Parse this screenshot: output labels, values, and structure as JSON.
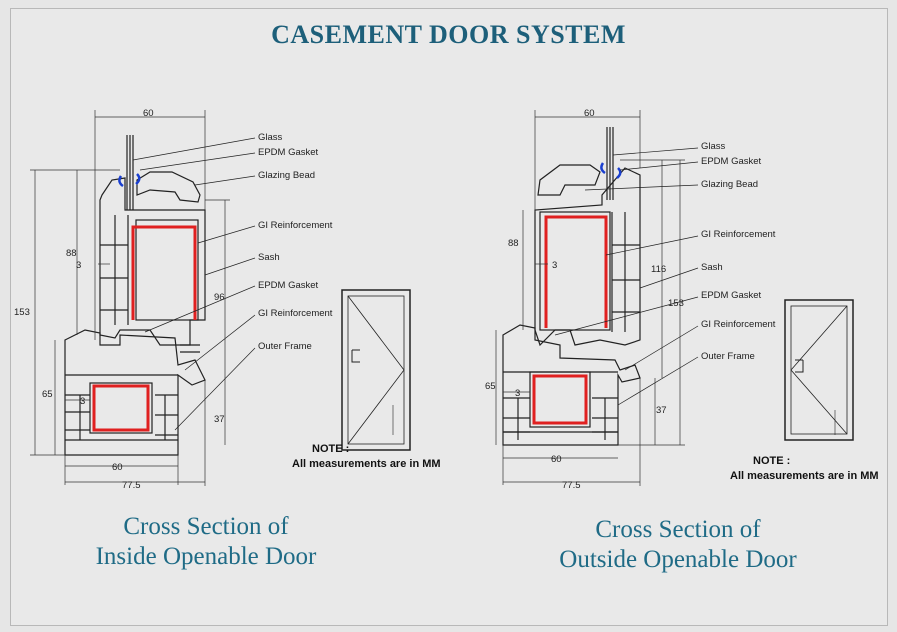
{
  "title": "CASEMENT DOOR SYSTEM",
  "labels": {
    "glass": "Glass",
    "epdm_gasket": "EPDM Gasket",
    "glazing_bead": "Glazing Bead",
    "gi_reinforcement": "GI Reinforcement",
    "sash": "Sash",
    "outer_frame": "Outer Frame"
  },
  "left_dims": {
    "top_width": "60",
    "overall_height": "153",
    "sash_height": "88",
    "sash_offset": "3",
    "sash_depth": "96",
    "frame_height": "65",
    "frame_offset": "3",
    "frame_depth": "37",
    "frame_width": "60",
    "overall_width": "77.5"
  },
  "right_dims": {
    "top_width": "60",
    "sash_depth": "116",
    "sash_height": "88",
    "sash_offset": "3",
    "overall_height": "153",
    "frame_height": "65",
    "frame_offset": "3",
    "frame_depth": "37",
    "frame_width": "60",
    "overall_width": "77.5"
  },
  "note": {
    "heading": "NOTE :",
    "text": "All measurements are in MM"
  },
  "captions": {
    "left_line1": "Cross Section of",
    "left_line2": "Inside Openable Door",
    "right_line1": "Cross Section of",
    "right_line2": "Outside Openable Door"
  },
  "colors": {
    "title": "#1d5f7a",
    "reinforcement": "#e02020",
    "gasket": "#1a3fd0"
  }
}
